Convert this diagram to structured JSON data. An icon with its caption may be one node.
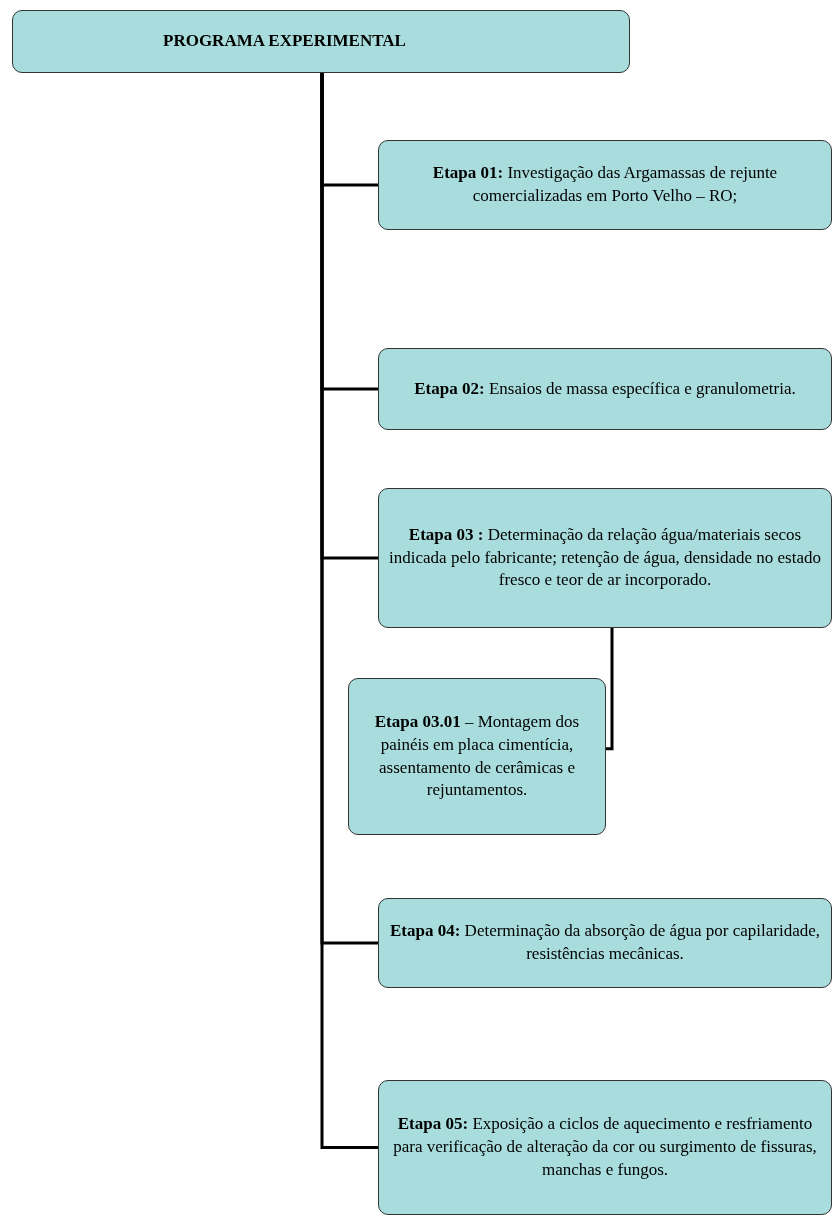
{
  "diagram": {
    "nodes": [
      {
        "text": [
          "PROGRAMA EXPERIMENTAL"
        ]
      },
      {
        "text": [
          "**Etapa 01:** Investigação das Argamassas de rejunte comercializadas em Porto Velho – RO;"
        ]
      },
      {
        "text": [
          "**Etapa 02:** Ensaios de massa específica e granulometria."
        ]
      },
      {
        "text": [
          "**Etapa 03 :** Determinação da relação água/materiais secos indicada pelo fabricante; retenção de água, densidade no estado fresco e teor de ar incorporado."
        ]
      },
      {
        "text": [
          "**Etapa 03.01** – Montagem dos painéis em placa cimentícia, assentamento de cerâmicas e rejuntamentos."
        ]
      },
      {
        "text": [
          "**Etapa 04:** Determinação da absorção de água por capilaridade, resistências mecânicas."
        ]
      },
      {
        "text": [
          "**Etapa 05:** Exposição a ciclos de aquecimento e resfriamento para verificação de alteração da cor ou surgimento de fissuras, manchas e fungos."
        ]
      }
    ],
    "edges": [
      {
        "from": 0,
        "to": 1,
        "arrow": "none"
      },
      {
        "from": 0,
        "to": 2,
        "arrow": "none"
      },
      {
        "from": 0,
        "to": 3,
        "arrow": "none"
      },
      {
        "from": 3,
        "to": 4,
        "arrow": "none"
      },
      {
        "from": 0,
        "to": 5,
        "arrow": "none"
      },
      {
        "from": 0,
        "to": 6,
        "arrow": "none"
      }
    ]
  }
}
